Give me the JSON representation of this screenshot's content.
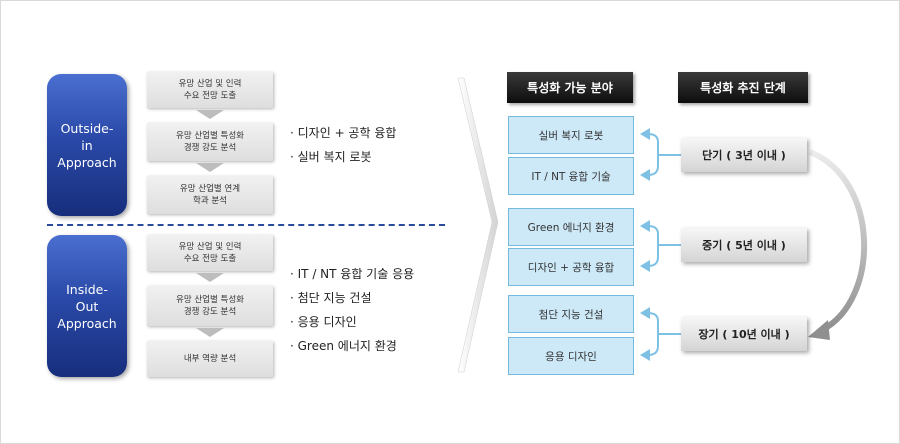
{
  "approaches": [
    {
      "label_lines": [
        "Outside-",
        "in",
        "Approach"
      ],
      "steps": [
        [
          "유망 산업 및 인력",
          "수요 전망 도출"
        ],
        [
          "유망 산업별 특성화",
          "경쟁 강도 분석"
        ],
        [
          "유망 산업별 연계",
          "학과 분석"
        ]
      ],
      "results": [
        "· 디자인 + 공학 융합",
        "· 실버 복지 로봇"
      ]
    },
    {
      "label_lines": [
        "Inside-",
        "Out",
        "Approach"
      ],
      "steps": [
        [
          "유망 산업 및 인력",
          "수요 전망 도출"
        ],
        [
          "유망 산업별 특성화",
          "경쟁 강도 분석"
        ],
        [
          "내부 역량 분석"
        ]
      ],
      "results": [
        "· IT / NT 융합 기술 응용",
        "· 첨단 지능 건설",
        "· 응용 디자인",
        "· Green 에너지 환경"
      ]
    }
  ],
  "right_panel": {
    "fields_header": "특성화 가능 분야",
    "stages_header": "특성화 추진 단계",
    "fields": [
      "실버 복지 로봇",
      "IT / NT 융합 기술",
      "Green 에너지 환경",
      "디자인 + 공학 융합",
      "첨단 지능 건설",
      "응용 디자인"
    ],
    "stages": [
      "단기 ( 3년 이내 )",
      "중기 ( 5년 이내 )",
      "장기 ( 10년 이내 )"
    ]
  },
  "colors": {
    "approach_blue": "#2a49a8",
    "field_fill": "#cde9f8",
    "field_border": "#74b9de",
    "connector_blue": "#7fc1e4",
    "header_black": "#1a1a1a"
  }
}
